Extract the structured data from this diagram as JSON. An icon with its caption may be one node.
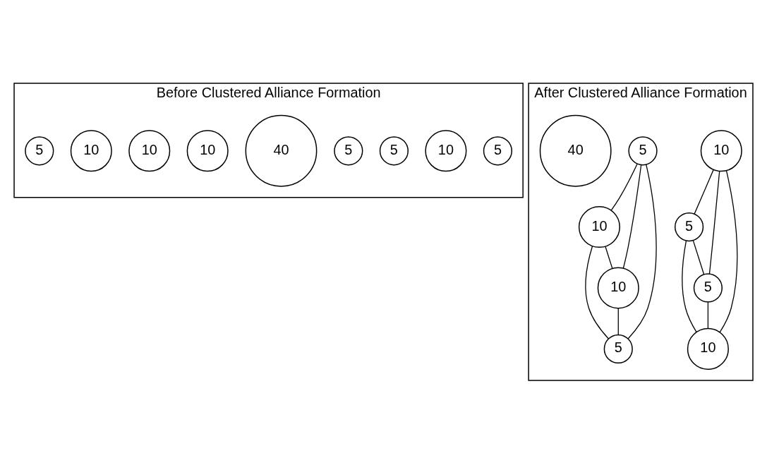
{
  "diagram": {
    "nodes": [
      {
        "text": [
          "Before Clustered Alliance Formation"
        ]
      },
      {
        "text": [
          "5"
        ],
        "in": 0
      },
      {
        "text": [
          "10"
        ],
        "in": 0
      },
      {
        "text": [
          "5"
        ],
        "in": 0
      },
      {
        "text": [
          "5"
        ],
        "in": 0
      },
      {
        "text": [
          "40"
        ],
        "in": 0
      },
      {
        "text": [
          "10"
        ],
        "in": 0
      },
      {
        "text": [
          "10"
        ],
        "in": 0
      },
      {
        "text": [
          "10"
        ],
        "in": 0
      },
      {
        "text": [
          "5"
        ],
        "in": 0
      },
      {
        "text": [
          "After Clustered Alliance Formation"
        ]
      },
      {
        "text": [
          "10"
        ],
        "in": 10
      },
      {
        "text": [
          "5"
        ],
        "in": 10
      },
      {
        "text": [
          "5"
        ],
        "in": 10
      },
      {
        "text": [
          "10"
        ],
        "in": 10
      },
      {
        "text": [
          "5"
        ],
        "in": 10
      },
      {
        "text": [
          "10"
        ],
        "in": 10
      },
      {
        "text": [
          "10"
        ],
        "in": 10
      },
      {
        "text": [
          "5"
        ],
        "in": 10
      },
      {
        "text": [
          "40"
        ],
        "in": 10
      }
    ],
    "edges": [
      {
        "from": 11,
        "to": 12,
        "arrow": "none"
      },
      {
        "from": 11,
        "to": 13,
        "arrow": "none"
      },
      {
        "from": 11,
        "to": 14,
        "arrow": "none"
      },
      {
        "from": 12,
        "to": 13,
        "arrow": "none"
      },
      {
        "from": 12,
        "to": 14,
        "arrow": "none"
      },
      {
        "from": 13,
        "to": 14,
        "arrow": "none"
      },
      {
        "from": 15,
        "to": 16,
        "arrow": "none"
      },
      {
        "from": 15,
        "to": 17,
        "arrow": "none"
      },
      {
        "from": 15,
        "to": 18,
        "arrow": "none"
      },
      {
        "from": 16,
        "to": 17,
        "arrow": "none"
      },
      {
        "from": 16,
        "to": 18,
        "arrow": "none"
      },
      {
        "from": 17,
        "to": 18,
        "arrow": "none"
      }
    ]
  }
}
